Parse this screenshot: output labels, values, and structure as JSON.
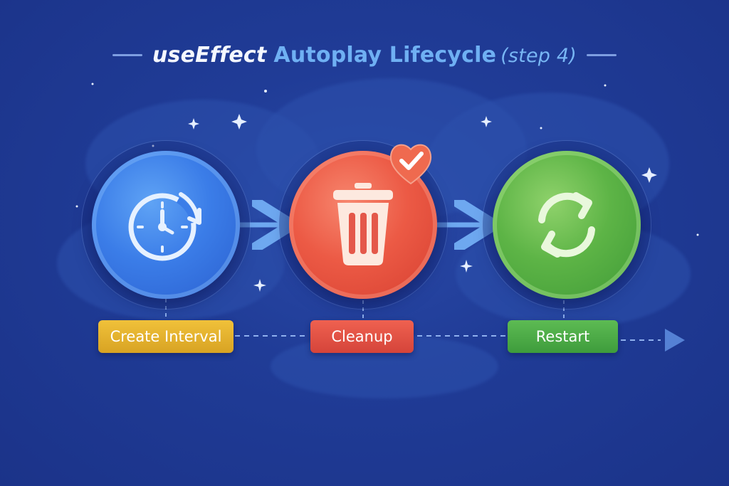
{
  "title": {
    "part1": "useEffect",
    "part2": "Autoplay Lifecycle",
    "part3": "(step 4)"
  },
  "steps": [
    {
      "label": "Create Interval",
      "icon": "clock-icon",
      "color": "#3b7de8",
      "label_color": "#e3b22d"
    },
    {
      "label": "Cleanup",
      "icon": "trash-icon",
      "color": "#ec5a45",
      "label_color": "#e0503f",
      "badge": "check-badge-icon"
    },
    {
      "label": "Restart",
      "icon": "refresh-icon",
      "color": "#5db446",
      "label_color": "#4dac48"
    }
  ],
  "colors": {
    "background": "#203c97",
    "accent": "#6fb0f3",
    "arrow": "#6ea8f0"
  }
}
